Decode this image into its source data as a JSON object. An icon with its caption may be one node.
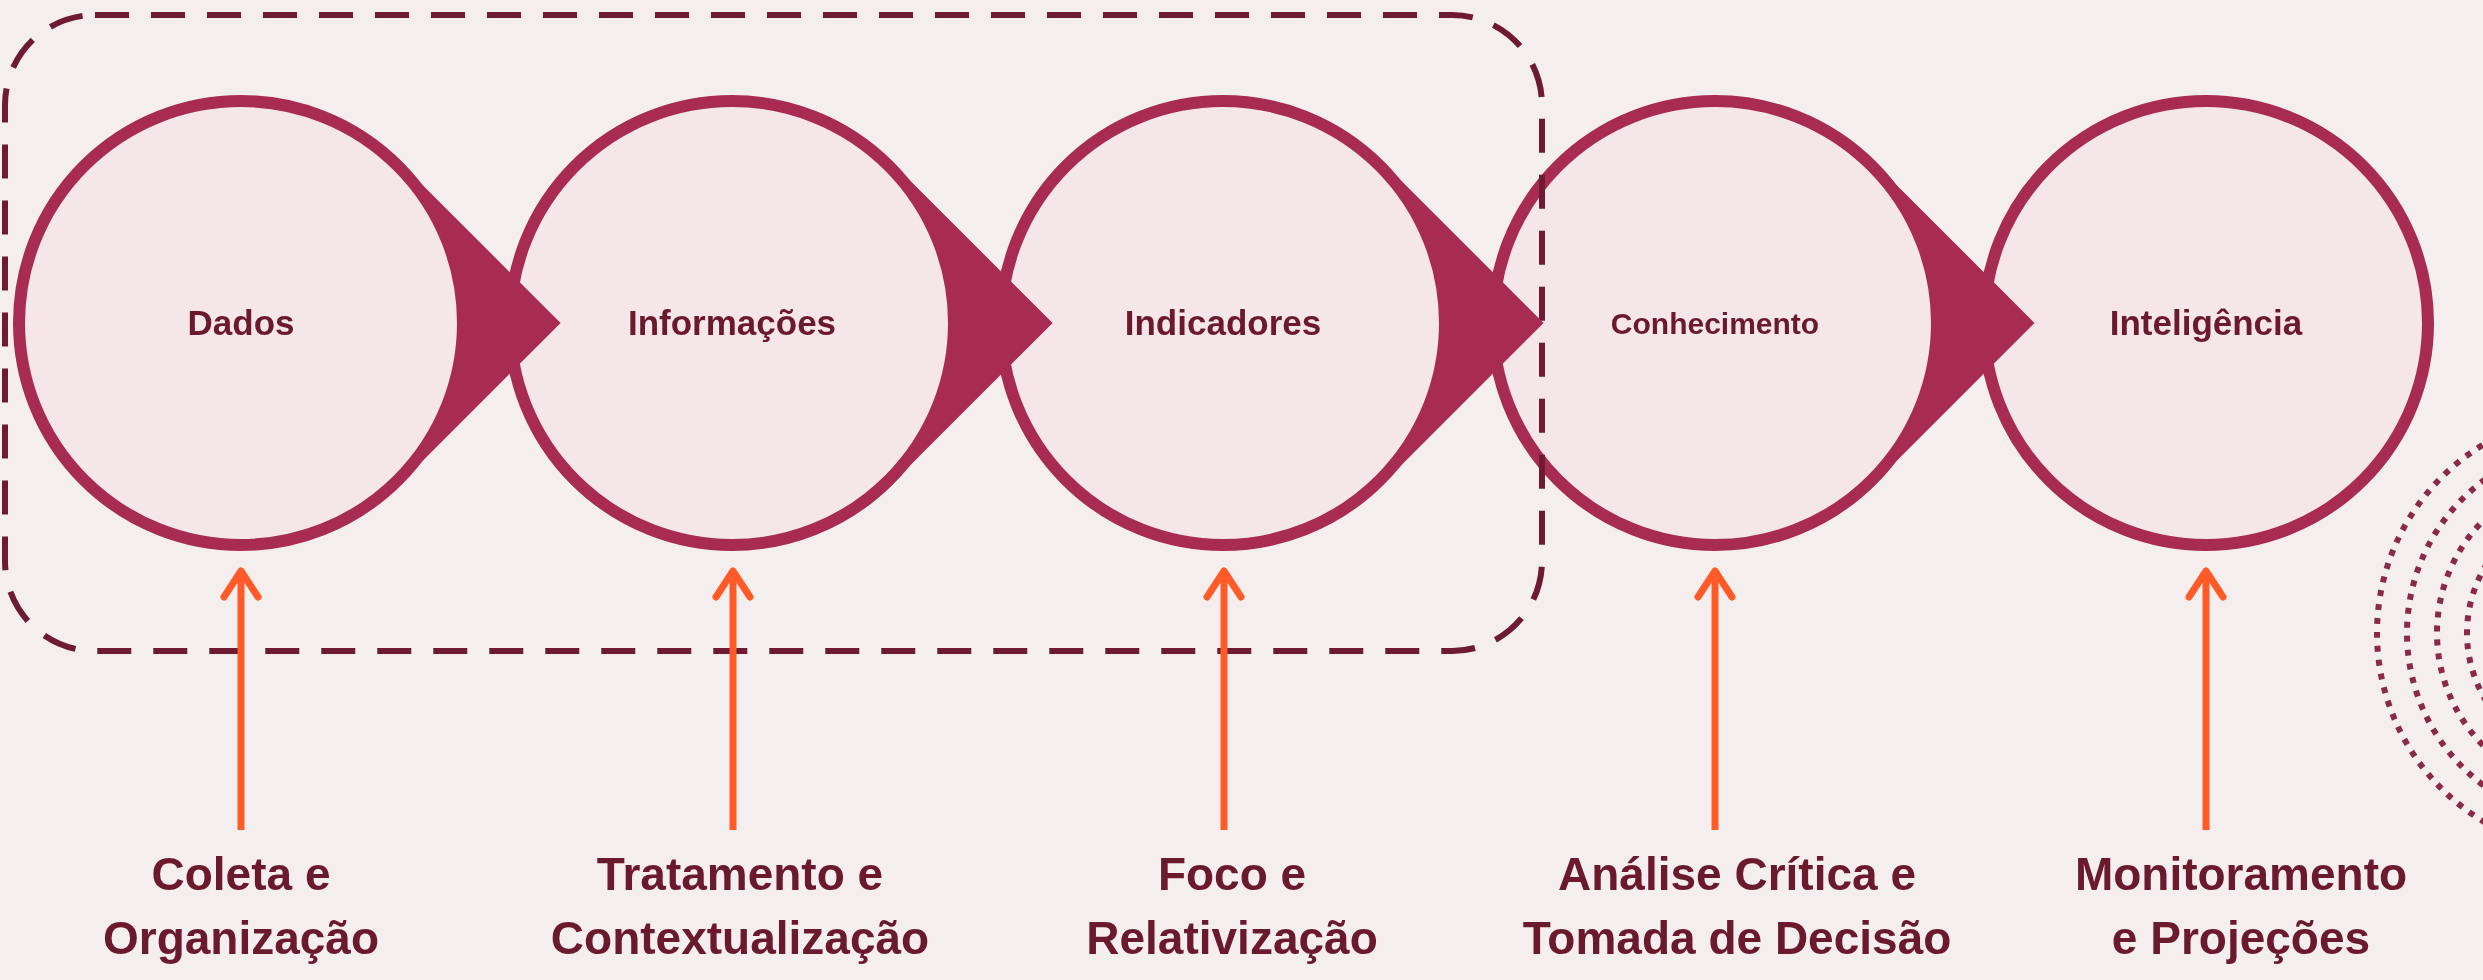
{
  "diagram": {
    "nodes": [
      {
        "text": [],
        "shape": "box"
      },
      {
        "text": [
          "Dados"
        ],
        "in": 0
      },
      {
        "text": [
          "Informações"
        ],
        "in": 0
      },
      {
        "text": [
          "Indicadores"
        ],
        "in": 0
      },
      {
        "text": [
          "Conhecimento"
        ]
      },
      {
        "text": [
          "Inteligência"
        ]
      },
      {
        "text": [
          "Coleta e Organização"
        ]
      },
      {
        "text": [
          "Tratamento e Contextualização"
        ]
      },
      {
        "text": [
          "Foco e Relativização"
        ]
      },
      {
        "text": [
          "Análise Crítica e Tomada de Decisão"
        ]
      },
      {
        "text": [
          "Monitoramento e Projeções"
        ]
      }
    ],
    "edges": [
      {
        "from": 1,
        "to": 2,
        "arrow": "to"
      },
      {
        "from": 2,
        "to": 3,
        "arrow": "to"
      },
      {
        "from": 3,
        "to": 4,
        "arrow": "to"
      },
      {
        "from": 4,
        "to": 5,
        "arrow": "to"
      },
      {
        "from": 6,
        "to": 1,
        "arrow": "to",
        "color": "#ff5a28"
      },
      {
        "from": 7,
        "to": 2,
        "arrow": "to",
        "color": "#ff5a28"
      },
      {
        "from": 8,
        "to": 3,
        "arrow": "to",
        "color": "#ff5a28"
      },
      {
        "from": 9,
        "to": 4,
        "arrow": "to",
        "color": "#ff5a28"
      },
      {
        "from": 10,
        "to": 5,
        "arrow": "to",
        "color": "#ff5a28"
      }
    ]
  }
}
